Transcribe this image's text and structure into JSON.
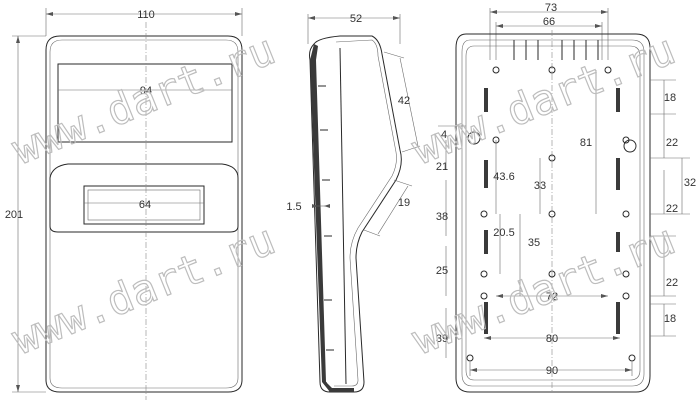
{
  "watermark": "www.dart.ru",
  "dims": {
    "front_width": "110",
    "front_window": "94",
    "front_display": "64",
    "front_height": "201",
    "side_depth": "52",
    "side_42": "42",
    "side_15": "1.5",
    "side_19": "19",
    "back_73": "73",
    "back_66": "66",
    "back_18a": "18",
    "back_22a": "22",
    "back_81": "81",
    "back_4": "4",
    "back_21": "21",
    "back_436": "43.6",
    "back_33": "33",
    "back_32": "32",
    "back_22b": "22",
    "back_38": "38",
    "back_205": "20.5",
    "back_35": "35",
    "back_25": "25",
    "back_22c": "22",
    "back_72": "72",
    "back_39": "39",
    "back_18b": "18",
    "back_80": "80",
    "back_90": "90"
  }
}
